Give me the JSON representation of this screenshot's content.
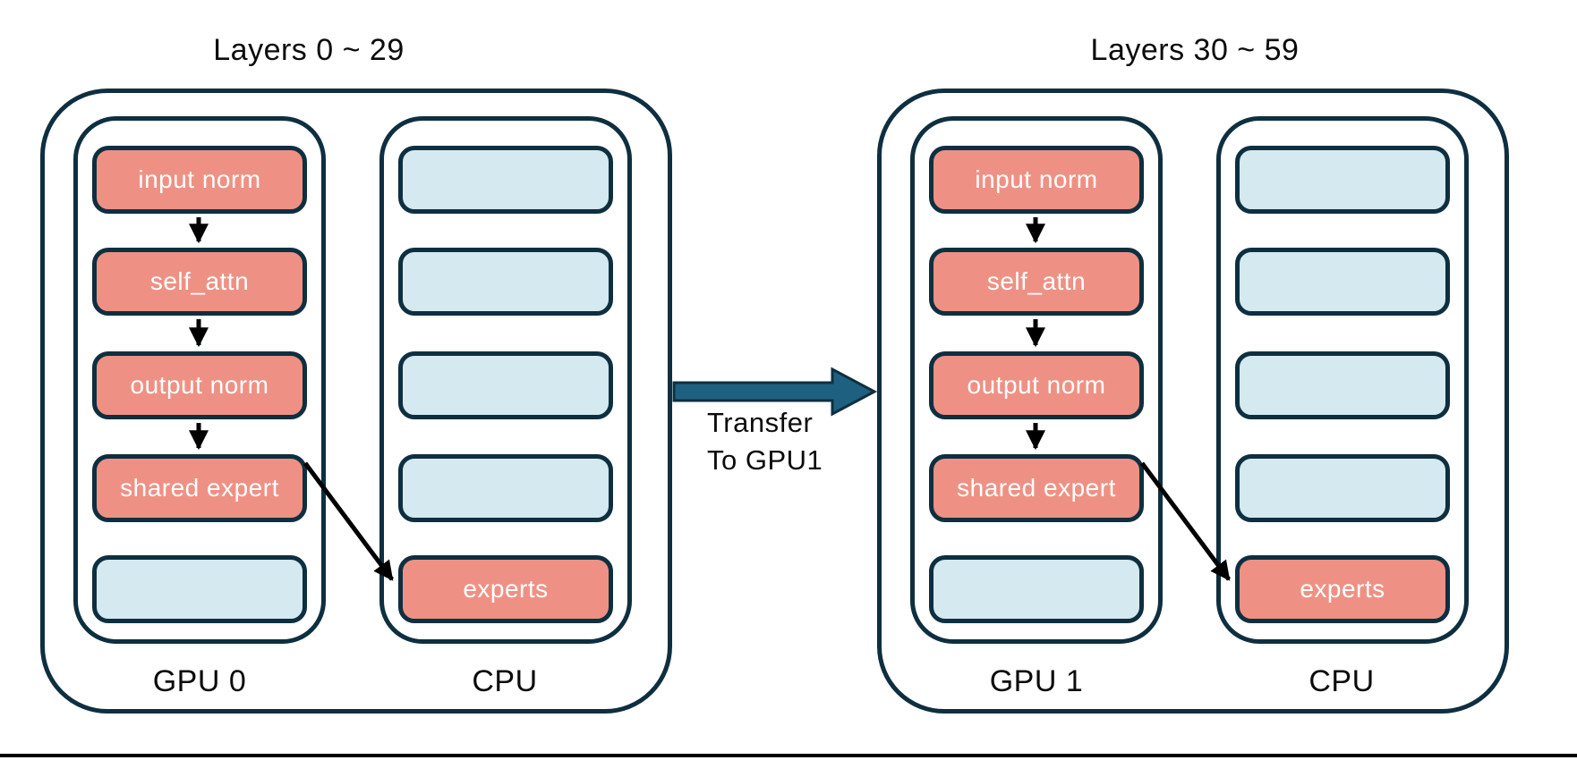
{
  "colors": {
    "stroke_navy": "#0E2F40",
    "block_salmon": "#EE9184",
    "block_light_blue": "#D4E9F0",
    "transfer_arrow_teal": "#1E6080",
    "flow_arrow_black": "#000000",
    "block_text": "#ffffff",
    "label_text": "#0b0b0b"
  },
  "transfer": {
    "label_line1": "Transfer",
    "label_line2": "To GPU1"
  },
  "groups": [
    {
      "title": "Layers 0 ~ 29",
      "columns": [
        {
          "label": "GPU 0",
          "blocks": [
            {
              "label": "input norm",
              "type": "active"
            },
            {
              "label": "self_attn",
              "type": "active"
            },
            {
              "label": "output norm",
              "type": "active"
            },
            {
              "label": "shared expert",
              "type": "active"
            },
            {
              "label": "",
              "type": "empty"
            }
          ]
        },
        {
          "label": "CPU",
          "blocks": [
            {
              "label": "",
              "type": "empty"
            },
            {
              "label": "",
              "type": "empty"
            },
            {
              "label": "",
              "type": "empty"
            },
            {
              "label": "",
              "type": "empty"
            },
            {
              "label": "experts",
              "type": "active"
            }
          ]
        }
      ]
    },
    {
      "title": "Layers 30 ~ 59",
      "columns": [
        {
          "label": "GPU 1",
          "blocks": [
            {
              "label": "input norm",
              "type": "active"
            },
            {
              "label": "self_attn",
              "type": "active"
            },
            {
              "label": "output norm",
              "type": "active"
            },
            {
              "label": "shared expert",
              "type": "active"
            },
            {
              "label": "",
              "type": "empty"
            }
          ]
        },
        {
          "label": "CPU",
          "blocks": [
            {
              "label": "",
              "type": "empty"
            },
            {
              "label": "",
              "type": "empty"
            },
            {
              "label": "",
              "type": "empty"
            },
            {
              "label": "",
              "type": "empty"
            },
            {
              "label": "experts",
              "type": "active"
            }
          ]
        }
      ]
    }
  ]
}
